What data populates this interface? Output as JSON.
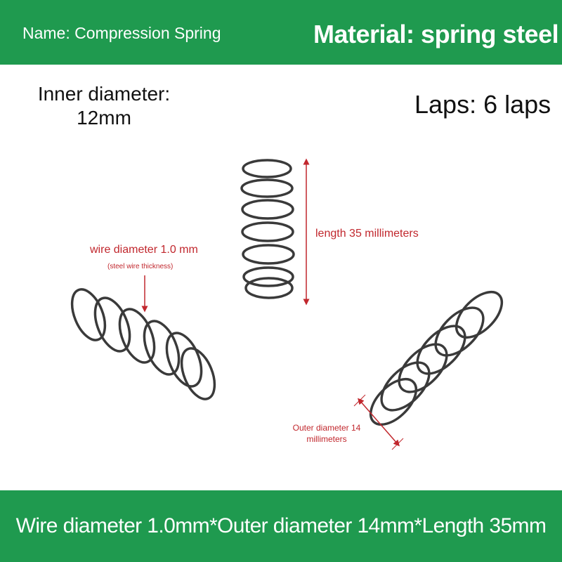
{
  "header": {
    "name": "Name: Compression Spring",
    "material": "Material: spring steel"
  },
  "specs": {
    "inner_diameter_line1": "Inner diameter:",
    "inner_diameter_line2": "12mm",
    "laps": "Laps: 6 laps"
  },
  "annotations": {
    "length": "length 35 millimeters",
    "wire_diameter": "wire diameter 1.0 mm",
    "wire_note": "(steel wire thickness)",
    "outer_diameter": "Outer diameter 14 millimeters"
  },
  "footer": {
    "summary": "Wire diameter 1.0mm*Outer diameter 14mm*Length 35mm"
  },
  "colors": {
    "band_green": "#1f9a4f",
    "annotation_red": "#c1272d",
    "steel": "#3a3a3a"
  }
}
